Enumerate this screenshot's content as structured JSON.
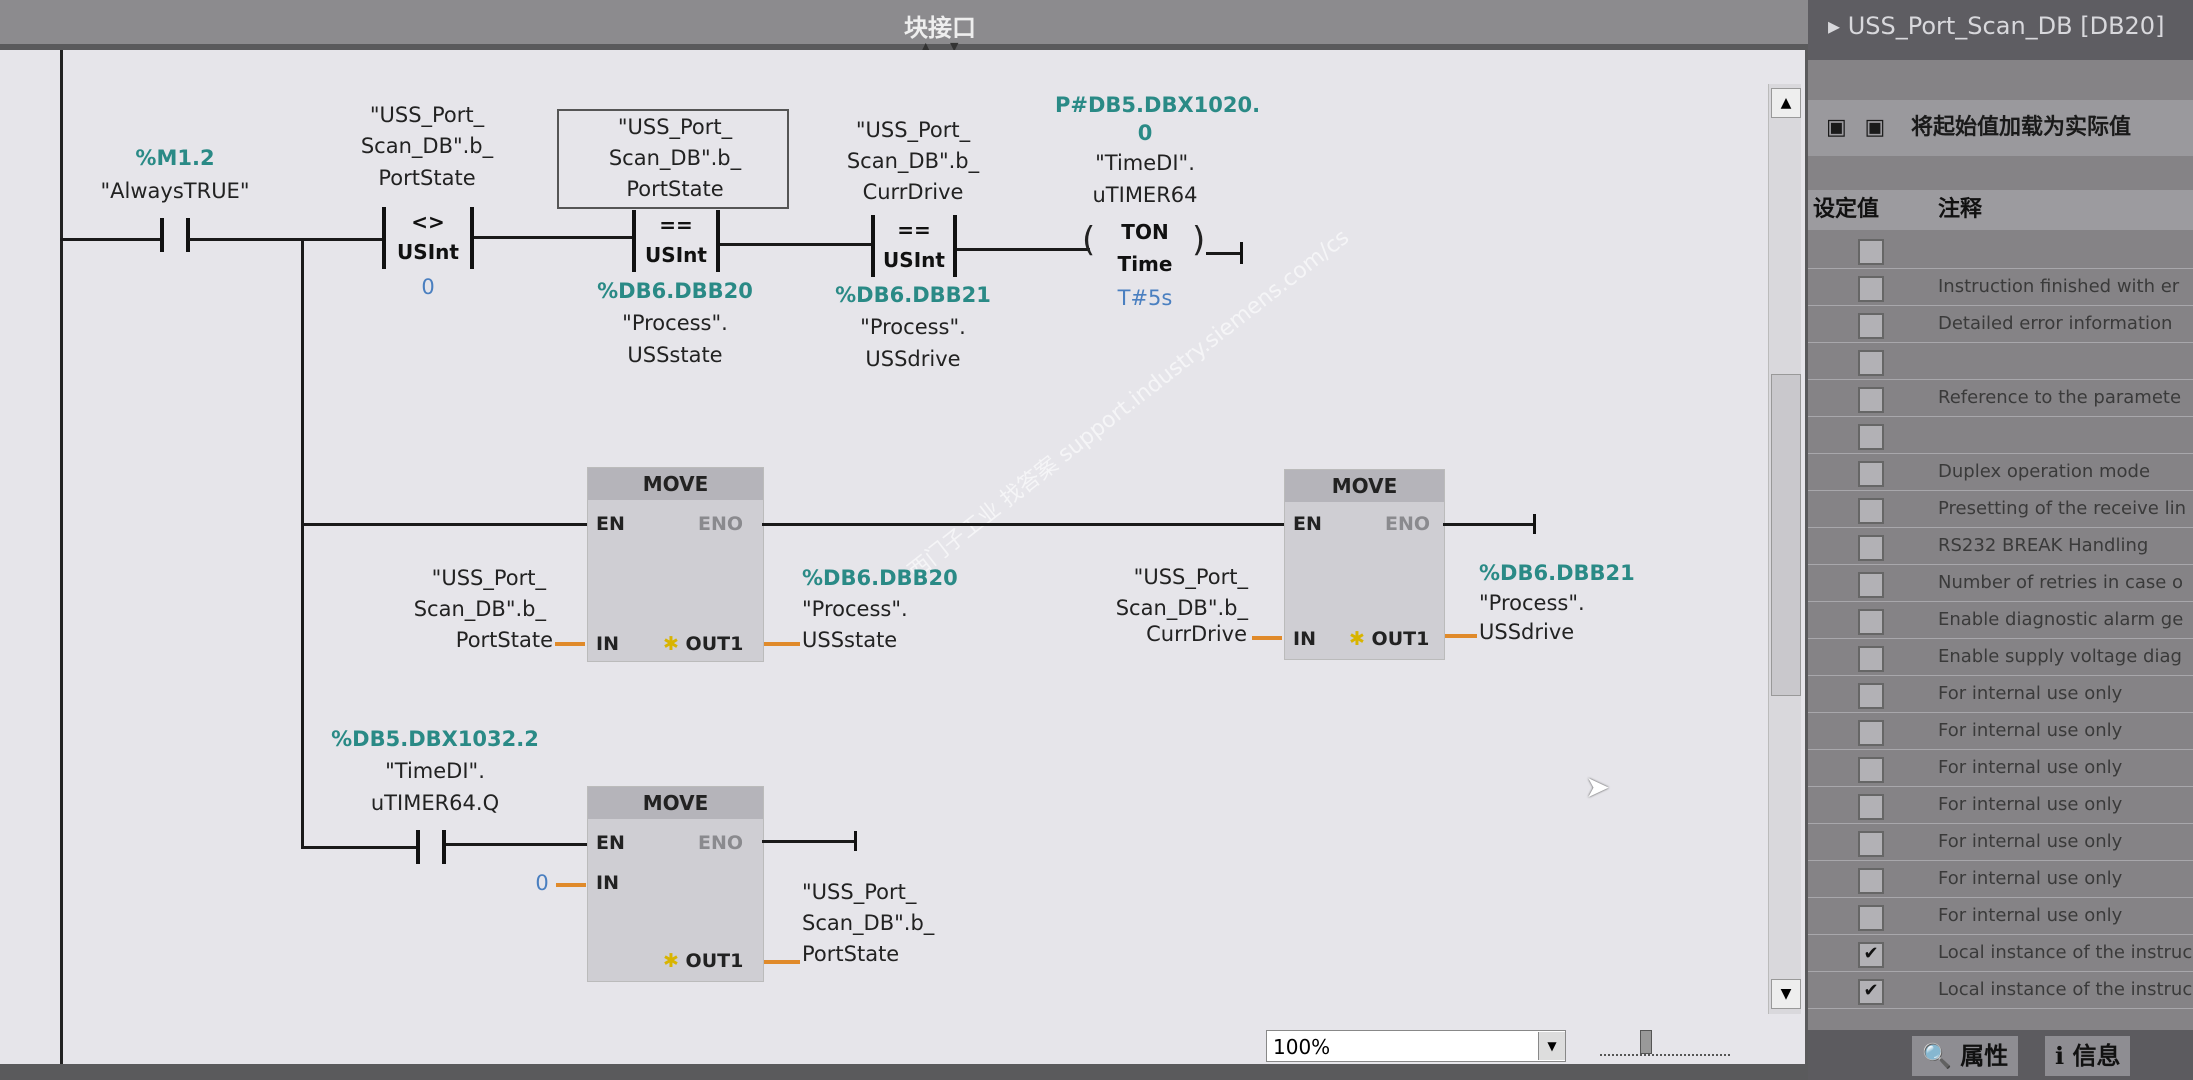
{
  "window": {
    "title": "块接口",
    "up_arrow": "▲",
    "down_arrow": "▼"
  },
  "rung1": {
    "contact": {
      "address": "%M1.2",
      "symbol": "\"AlwaysTRUE\""
    },
    "cmp1": {
      "op1": [
        "\"USS_Port_",
        "Scan_DB\".b_",
        "PortState"
      ],
      "operator": "<>",
      "type": "USInt",
      "op2": "0"
    },
    "cmp2": {
      "op1": [
        "\"USS_Port_",
        "Scan_DB\".b_",
        "PortState"
      ],
      "operator": "==",
      "type": "USInt",
      "op2_address": "%DB6.DBB20",
      "op2": [
        "\"Process\".",
        "USSstate"
      ]
    },
    "cmp3": {
      "op1": [
        "\"USS_Port_",
        "Scan_DB\".b_",
        "CurrDrive"
      ],
      "operator": "==",
      "type": "USInt",
      "op2_address": "%DB6.DBB21",
      "op2": [
        "\"Process\".",
        "USSdrive"
      ]
    },
    "coil": {
      "address": [
        "P#DB5.DBX1020.",
        "0"
      ],
      "instance": [
        "\"TimeDI\".",
        "uTIMER64"
      ],
      "type": "TON",
      "subtype": "Time",
      "preset": "T#5s"
    }
  },
  "move1": {
    "title": "MOVE",
    "en": "EN",
    "eno": "ENO",
    "in": "IN",
    "out": "OUT1",
    "in_val": [
      "\"USS_Port_",
      "Scan_DB\".b_",
      "PortState"
    ],
    "out_address": "%DB6.DBB20",
    "out_val": [
      "\"Process\".",
      "USSstate"
    ]
  },
  "move2": {
    "title": "MOVE",
    "en": "EN",
    "eno": "ENO",
    "in": "IN",
    "out": "OUT1",
    "in_val": [
      "\"USS_Port_",
      "Scan_DB\".b_",
      "CurrDrive"
    ],
    "out_address": "%DB6.DBB21",
    "out_val": [
      "\"Process\".",
      "USSdrive"
    ]
  },
  "contact2": {
    "address": "%DB5.DBX1032.2",
    "symbol": [
      "\"TimeDI\".",
      "uTIMER64.Q"
    ]
  },
  "move3": {
    "title": "MOVE",
    "en": "EN",
    "eno": "ENO",
    "in": "IN",
    "out": "OUT1",
    "in_val": "0",
    "out_val": [
      "\"USS_Port_",
      "Scan_DB\".b_",
      "PortState"
    ]
  },
  "watermark": "西门子工业 找答案 support.industry.siemens.com/cs",
  "statusbar": {
    "zoom": "100%"
  },
  "right_panel": {
    "breadcrumb": "USS_Port_Scan_DB [DB20]",
    "toolbar_label": "将起始值加载为实际值",
    "col_setpoint": "设定值",
    "col_comment": "注释",
    "rows": [
      {
        "checked": false,
        "comment": ""
      },
      {
        "checked": false,
        "comment": "Instruction finished with er"
      },
      {
        "checked": false,
        "comment": "Detailed error information"
      },
      {
        "checked": false,
        "comment": ""
      },
      {
        "checked": false,
        "comment": "Reference to the paramete"
      },
      {
        "checked": false,
        "comment": ""
      },
      {
        "checked": false,
        "comment": "Duplex operation mode"
      },
      {
        "checked": false,
        "comment": "Presetting of the receive lin"
      },
      {
        "checked": false,
        "comment": "RS232 BREAK Handling"
      },
      {
        "checked": false,
        "comment": "Number of retries in case o"
      },
      {
        "checked": false,
        "comment": "Enable diagnostic alarm ge"
      },
      {
        "checked": false,
        "comment": "Enable supply voltage diag"
      },
      {
        "checked": false,
        "comment": "For internal use only"
      },
      {
        "checked": false,
        "comment": "For internal use only"
      },
      {
        "checked": false,
        "comment": "For internal use only"
      },
      {
        "checked": false,
        "comment": "For internal use only"
      },
      {
        "checked": false,
        "comment": "For internal use only"
      },
      {
        "checked": false,
        "comment": "For internal use only"
      },
      {
        "checked": false,
        "comment": "For internal use only"
      },
      {
        "checked": true,
        "comment": "Local instance of the instruc"
      },
      {
        "checked": true,
        "comment": "Local instance of the instruc"
      }
    ],
    "tabs": {
      "properties": "属性",
      "info": "信息"
    }
  }
}
